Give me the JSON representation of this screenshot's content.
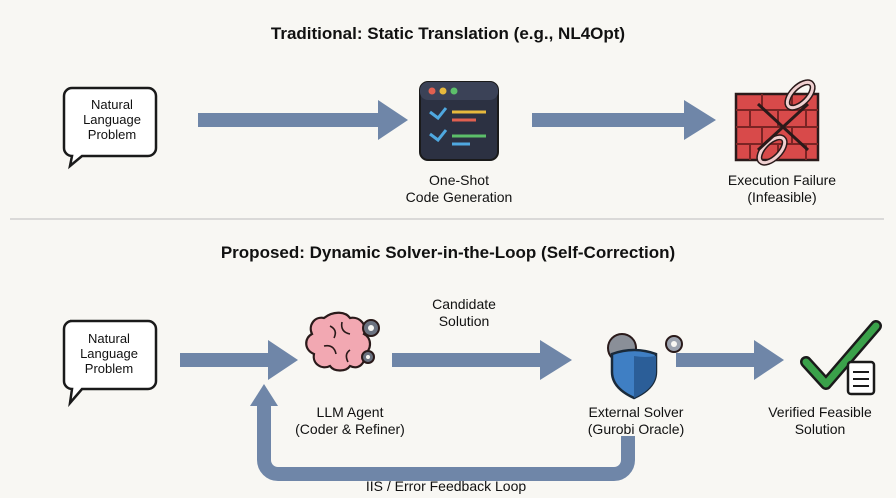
{
  "top": {
    "title": "Traditional: Static Translation (e.g., NL4Opt)",
    "input_bubble": [
      "Natural",
      "Language",
      "Problem"
    ],
    "codegen_label": [
      "One-Shot",
      "Code Generation"
    ],
    "failure_label": [
      "Execution Failure",
      "(Infeasible)"
    ]
  },
  "bottom": {
    "title": "Proposed: Dynamic Solver-in-the-Loop (Self-Correction)",
    "input_bubble": [
      "Natural",
      "Language",
      "Problem"
    ],
    "candidate_label": [
      "Candidate",
      "Solution"
    ],
    "agent_label": [
      "LLM Agent",
      "(Coder & Refiner)"
    ],
    "solver_label": [
      "External Solver",
      "(Gurobi Oracle)"
    ],
    "verified_label": [
      "Verified Feasible",
      "Solution"
    ],
    "feedback_label": "IIS / Error Feedback Loop"
  },
  "colors": {
    "arrow": "#6f86a8",
    "failure_red": "#d84a4a",
    "check_green": "#3aa14a",
    "brain_pink": "#f2a8b2",
    "shield_blue": "#3f7fc4"
  }
}
